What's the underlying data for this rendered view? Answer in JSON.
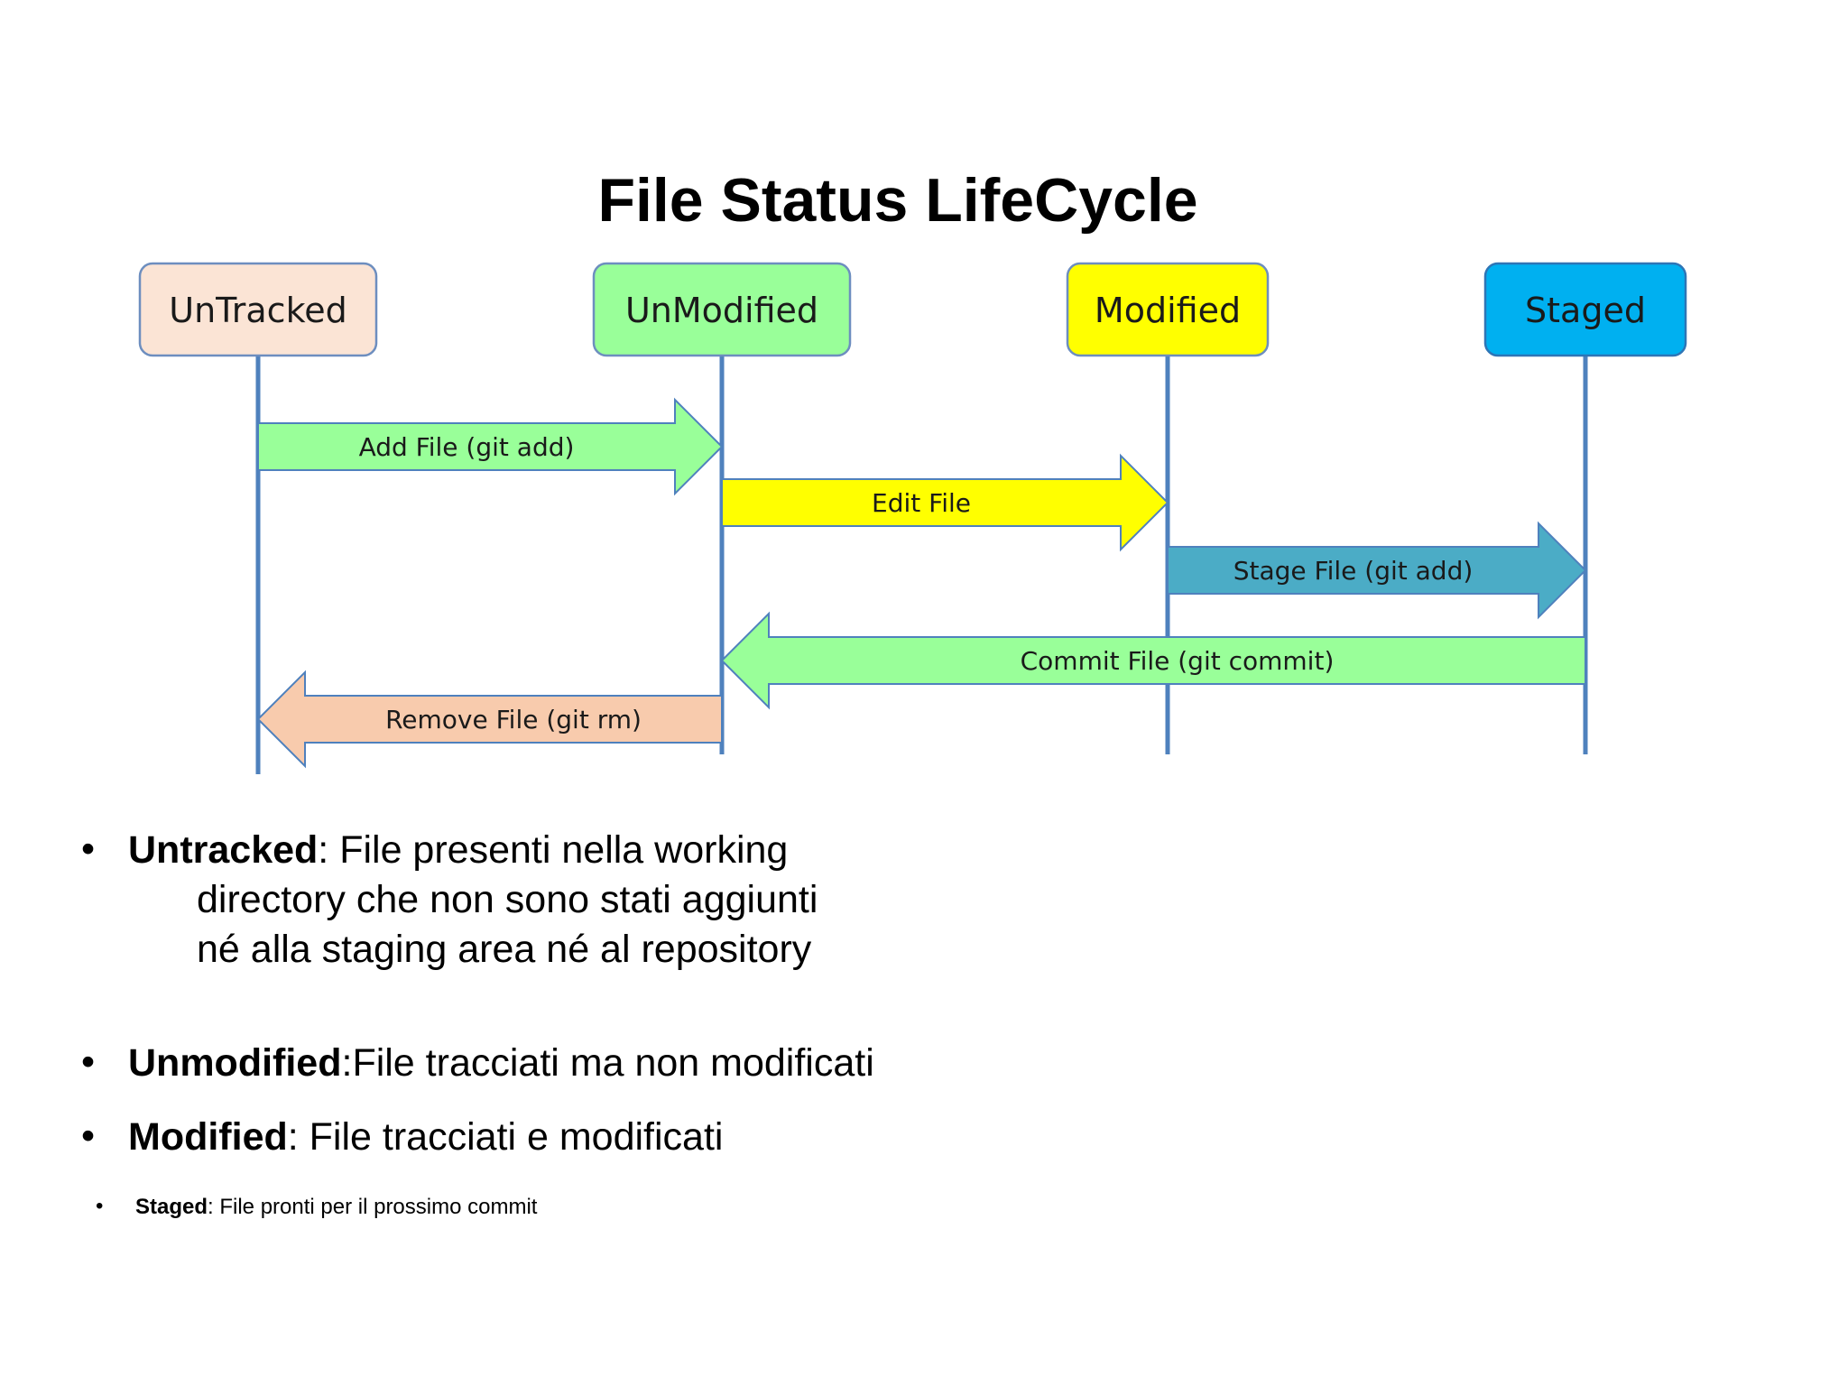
{
  "title": "File Status LifeCycle",
  "states": [
    {
      "label": "UnTracked",
      "fill": "#FBE4D5",
      "stroke": "#6D8EBF"
    },
    {
      "label": "UnModified",
      "fill": "#99FF99",
      "stroke": "#6D8EBF"
    },
    {
      "label": "Modified",
      "fill": "#FFFF00",
      "stroke": "#6D8EBF"
    },
    {
      "label": "Staged",
      "fill": "#00B0F0",
      "stroke": "#2E75B6"
    }
  ],
  "transitions": [
    {
      "label": "Add File (git add)",
      "from": "UnTracked",
      "to": "UnModified",
      "fill": "#99FF99"
    },
    {
      "label": "Edit File",
      "from": "UnModified",
      "to": "Modified",
      "fill": "#FFFF00"
    },
    {
      "label": "Stage File (git add)",
      "from": "Modified",
      "to": "Staged",
      "fill": "#4BACC6"
    },
    {
      "label": "Commit File (git commit)",
      "from": "Staged",
      "to": "UnModified",
      "fill": "#99FF99"
    },
    {
      "label": "Remove File (git rm)",
      "from": "UnModified",
      "to": "UnTracked",
      "fill": "#F8CBAD"
    }
  ],
  "colors": {
    "lifeline": "#4F81BD",
    "arrow_stroke": "#4F81BD"
  },
  "bullets": [
    {
      "term": "Untracked",
      "sep": ": ",
      "first_line": "File presenti nella working",
      "continuation": [
        "directory che non sono stati aggiunti",
        "né alla staging area né al repository"
      ]
    },
    {
      "term": "Unmodified",
      "sep": ":",
      "first_line": "File tracciati ma non modificati"
    },
    {
      "term": "Modified",
      "sep": ": ",
      "first_line": "File tracciati e modificati"
    },
    {
      "term": "Staged",
      "sep": ": ",
      "first_line": "File pronti per il prossimo commit"
    }
  ],
  "bullet_symbol": "•"
}
